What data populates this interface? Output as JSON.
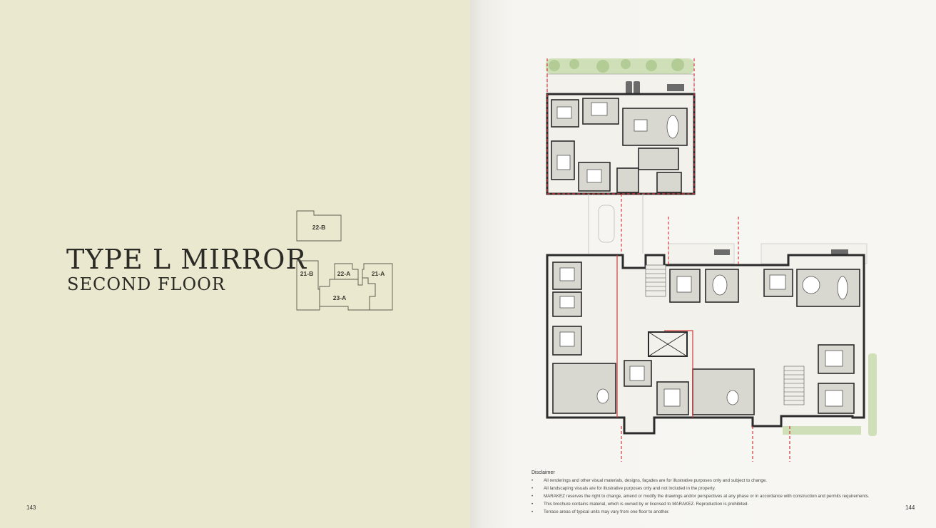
{
  "left_page": {
    "title_line1": "TYPE L MIRROR",
    "title_line2": "SECOND FLOOR",
    "page_number": "143",
    "key_plan": {
      "units": [
        "22-B",
        "21-B",
        "22-A",
        "21-A",
        "23-A"
      ]
    }
  },
  "right_page": {
    "page_number": "144",
    "disclaimer": {
      "title": "Disclaimer",
      "items": [
        "All renderings and other visual materials, designs, façades are for illustrative purposes only and subject to change.",
        "All landscaping visuals are for illustrative purposes only and not included in the property.",
        "MARAKEZ reserves the right to change, amend or modify the drawings and/or perspectives at any phase or in accordance with construction and permits requirements.",
        "This brochure contains material, which is owned by or licensed to MARAKEZ. Reproduction is prohibited.",
        "Terrace areas of typical units may vary from one floor to another."
      ]
    }
  },
  "colors": {
    "left_background": "#ebe8d0",
    "right_background": "#f7f6f2",
    "wall": "#2b2b2b",
    "room_fill": "#d9d8d0",
    "highlight_line": "#d23b3b",
    "landscape": "#bcd3a3"
  }
}
